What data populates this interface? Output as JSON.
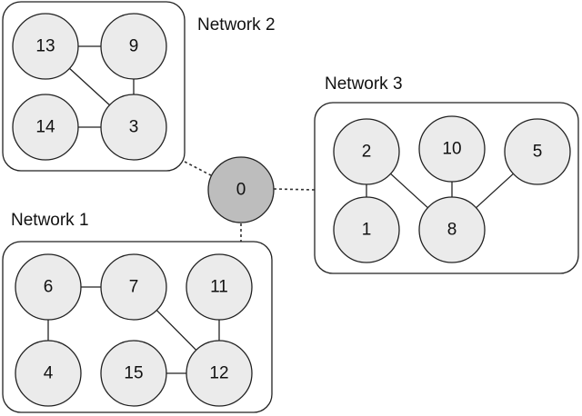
{
  "diagram": {
    "colors": {
      "node_fill": "#ebebeb",
      "hub_fill": "#bdbdbd",
      "stroke": "#222222"
    },
    "networks": [
      {
        "id": "net1",
        "label": "Network 1",
        "nodes": [
          "6",
          "7",
          "11",
          "4",
          "15",
          "12"
        ]
      },
      {
        "id": "net2",
        "label": "Network 2",
        "nodes": [
          "13",
          "9",
          "14",
          "3"
        ]
      },
      {
        "id": "net3",
        "label": "Network 3",
        "nodes": [
          "2",
          "10",
          "5",
          "1",
          "8"
        ]
      }
    ],
    "hub": {
      "id": "0",
      "label": "0"
    },
    "nodes": [
      {
        "id": "0",
        "label": "0"
      },
      {
        "id": "1",
        "label": "1"
      },
      {
        "id": "2",
        "label": "2"
      },
      {
        "id": "3",
        "label": "3"
      },
      {
        "id": "4",
        "label": "4"
      },
      {
        "id": "5",
        "label": "5"
      },
      {
        "id": "6",
        "label": "6"
      },
      {
        "id": "7",
        "label": "7"
      },
      {
        "id": "8",
        "label": "8"
      },
      {
        "id": "9",
        "label": "9"
      },
      {
        "id": "10",
        "label": "10"
      },
      {
        "id": "11",
        "label": "11"
      },
      {
        "id": "12",
        "label": "12"
      },
      {
        "id": "13",
        "label": "13"
      },
      {
        "id": "14",
        "label": "14"
      },
      {
        "id": "15",
        "label": "15"
      }
    ],
    "edges": [
      [
        "13",
        "9"
      ],
      [
        "13",
        "3"
      ],
      [
        "9",
        "3"
      ],
      [
        "14",
        "3"
      ],
      [
        "6",
        "7"
      ],
      [
        "6",
        "4"
      ],
      [
        "7",
        "12"
      ],
      [
        "11",
        "12"
      ],
      [
        "15",
        "12"
      ],
      [
        "2",
        "1"
      ],
      [
        "2",
        "8"
      ],
      [
        "10",
        "8"
      ],
      [
        "5",
        "8"
      ]
    ],
    "hub_links": [
      {
        "from": "0",
        "to": "net2"
      },
      {
        "from": "0",
        "to": "net1"
      },
      {
        "from": "0",
        "to": "net3"
      }
    ]
  }
}
